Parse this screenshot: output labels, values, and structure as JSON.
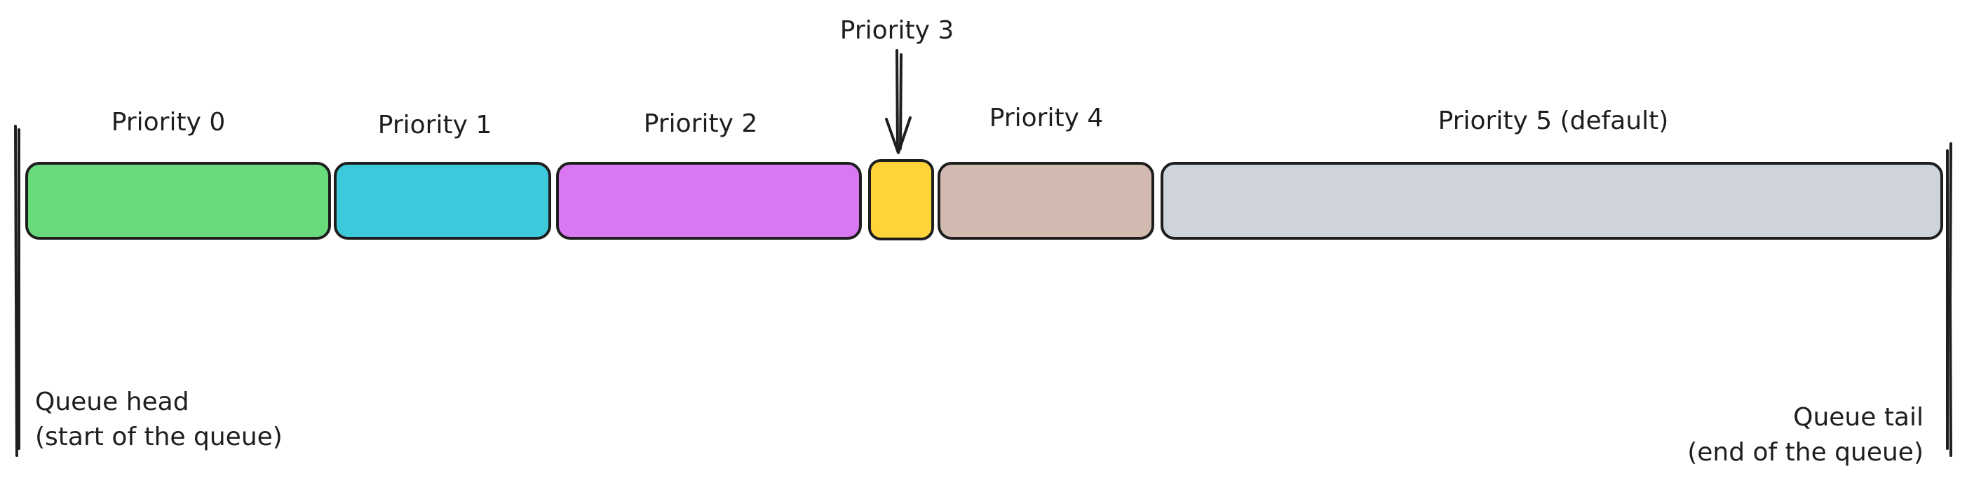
{
  "segments": [
    {
      "label": "Priority 0",
      "color": "#69db7c"
    },
    {
      "label": "Priority 1",
      "color": "#3bc9db"
    },
    {
      "label": "Priority 2",
      "color": "#da77f2"
    },
    {
      "label": "Priority 3",
      "color": "#ffd43b"
    },
    {
      "label": "Priority 4",
      "color": "#d2bab0"
    },
    {
      "label": "Priority 5 (default)",
      "color": "#ced4da"
    }
  ],
  "head": {
    "line1": "Queue head",
    "line2": "(start of the queue)"
  },
  "tail": {
    "line1": "Queue tail",
    "line2": "(end of the queue)"
  }
}
